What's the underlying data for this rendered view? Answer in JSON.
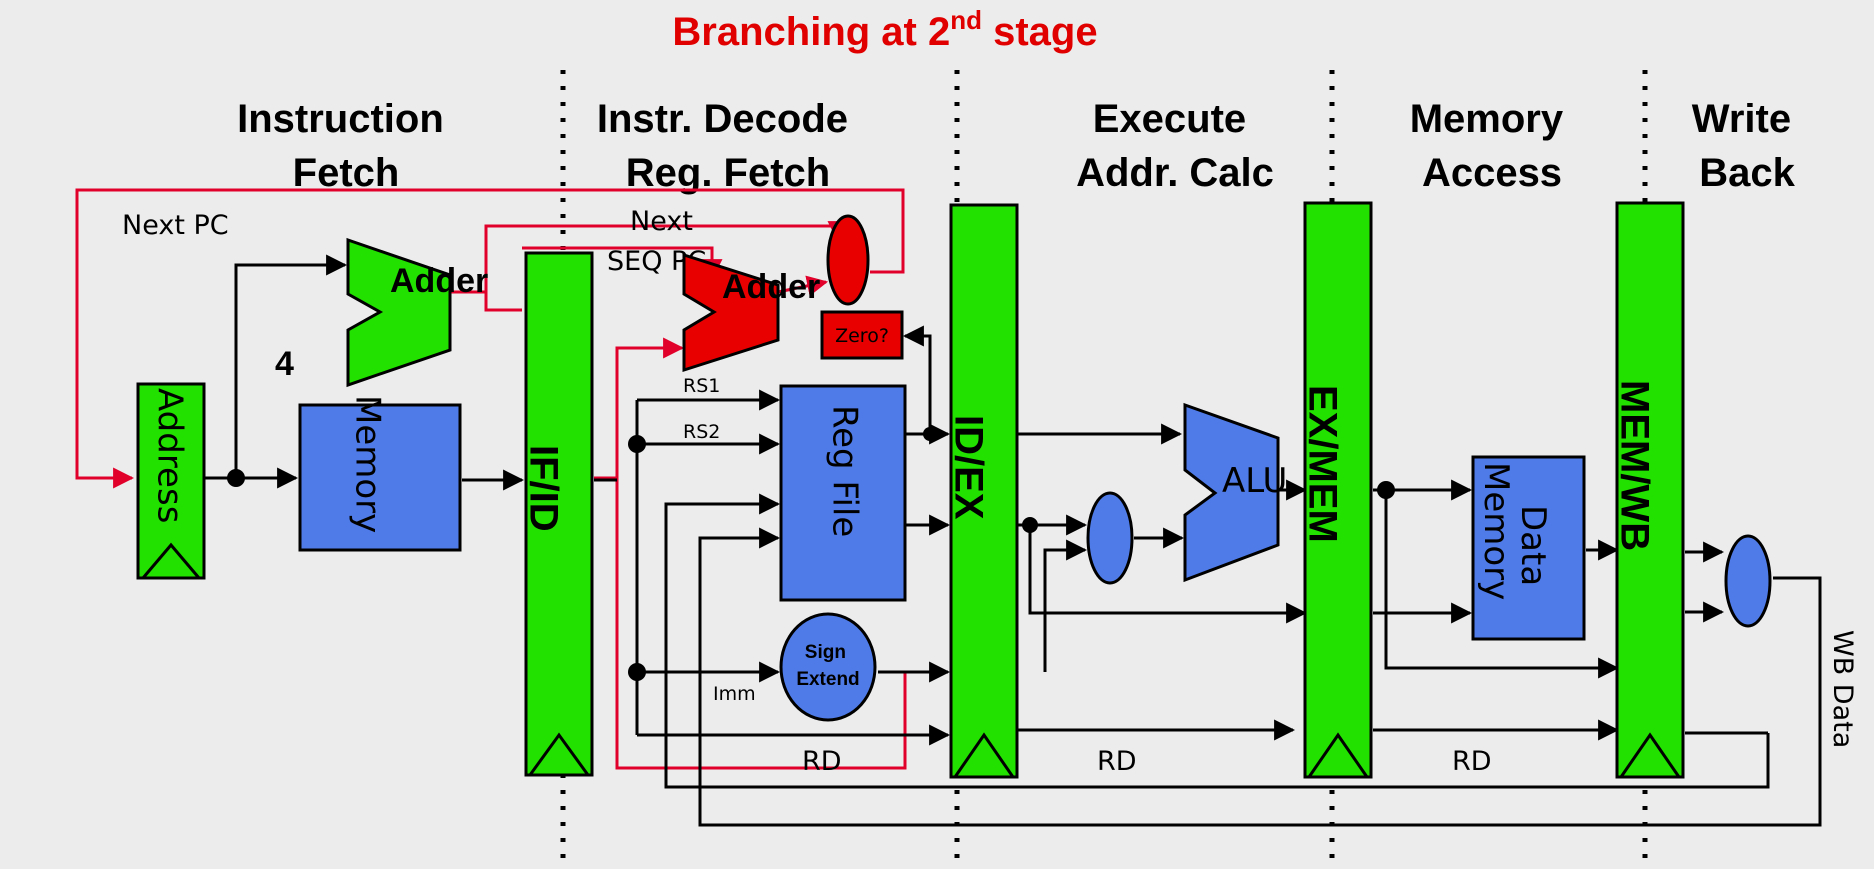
{
  "title": {
    "main": "Branching at 2",
    "sup": "nd",
    "rest": " stage"
  },
  "stages": [
    {
      "line1": "Instruction",
      "line2": "Fetch"
    },
    {
      "line1": "Instr. Decode",
      "line2": "Reg. Fetch"
    },
    {
      "line1": "Execute",
      "line2": "Addr. Calc"
    },
    {
      "line1": "Memory",
      "line2": "Access"
    },
    {
      "line1": "Write",
      "line2": "Back"
    }
  ],
  "labels": {
    "next_pc": "Next PC",
    "next_seq_pc_1": "Next",
    "next_seq_pc_2": "SEQ PC",
    "four": "4",
    "adder1": "Adder",
    "adder2": "Adder",
    "zero": "Zero?",
    "address": "Address",
    "memory": "Memory",
    "if_id": "IF/ID",
    "rs1": "RS1",
    "rs2": "RS2",
    "reg_file": "Reg File",
    "sign_extend_1": "Sign",
    "sign_extend_2": "Extend",
    "imm": "Imm",
    "id_ex": "ID/EX",
    "alu": "ALU",
    "ex_mem": "EX/MEM",
    "data_memory_1": "Data",
    "data_memory_2": "Memory",
    "mem_wb": "MEM/WB",
    "wb_data": "WB Data",
    "rd_1": "RD",
    "rd_2": "RD",
    "rd_3": "RD"
  },
  "colors": {
    "latch": "#22e000",
    "block": "#4f7be8",
    "branch": "#e80000",
    "title": "#e00000"
  }
}
